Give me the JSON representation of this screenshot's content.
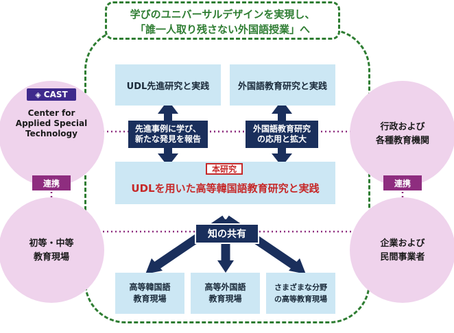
{
  "title": {
    "line1": "学びのユニバーサルデザインを実現し、",
    "line2": "「誰一人取り残さない外国語授業」へ"
  },
  "left_top": {
    "logo_text": "CAST",
    "lines": [
      "Center for",
      "Applied Special",
      "Technology"
    ]
  },
  "left_bottom": {
    "lines": [
      "初等・中等",
      "教育現場"
    ]
  },
  "right_top": {
    "lines": [
      "行政および",
      "各種教育機関"
    ]
  },
  "right_bottom": {
    "lines": [
      "企業および",
      "民間事業者"
    ]
  },
  "renkei_left": "連携",
  "renkei_right": "連携",
  "top_boxes": {
    "left": "UDL先進研究と実践",
    "right": "外国語教育研究と実践"
  },
  "arrow_labels": {
    "left": [
      "先進事例に学び、",
      "新たな発見を報告"
    ],
    "right": [
      "外国語教育研究",
      "の応用と拡大"
    ]
  },
  "center": {
    "badge": "本研究",
    "main": "UDLを用いた高等韓国語教育研究と実践"
  },
  "share_label": "知の共有",
  "bottom_boxes": [
    [
      "高等韓国語",
      "教育現場"
    ],
    [
      "高等外国語",
      "教育現場"
    ],
    [
      "さまざまな分野",
      "の高等教育現場"
    ]
  ],
  "colors": {
    "green_dashed": "#2e7d32",
    "pink_circle": "#efd3ec",
    "light_blue": "#cce7f4",
    "navy": "#1a2f5c",
    "purple": "#8e2d7f",
    "red": "#c62828"
  }
}
